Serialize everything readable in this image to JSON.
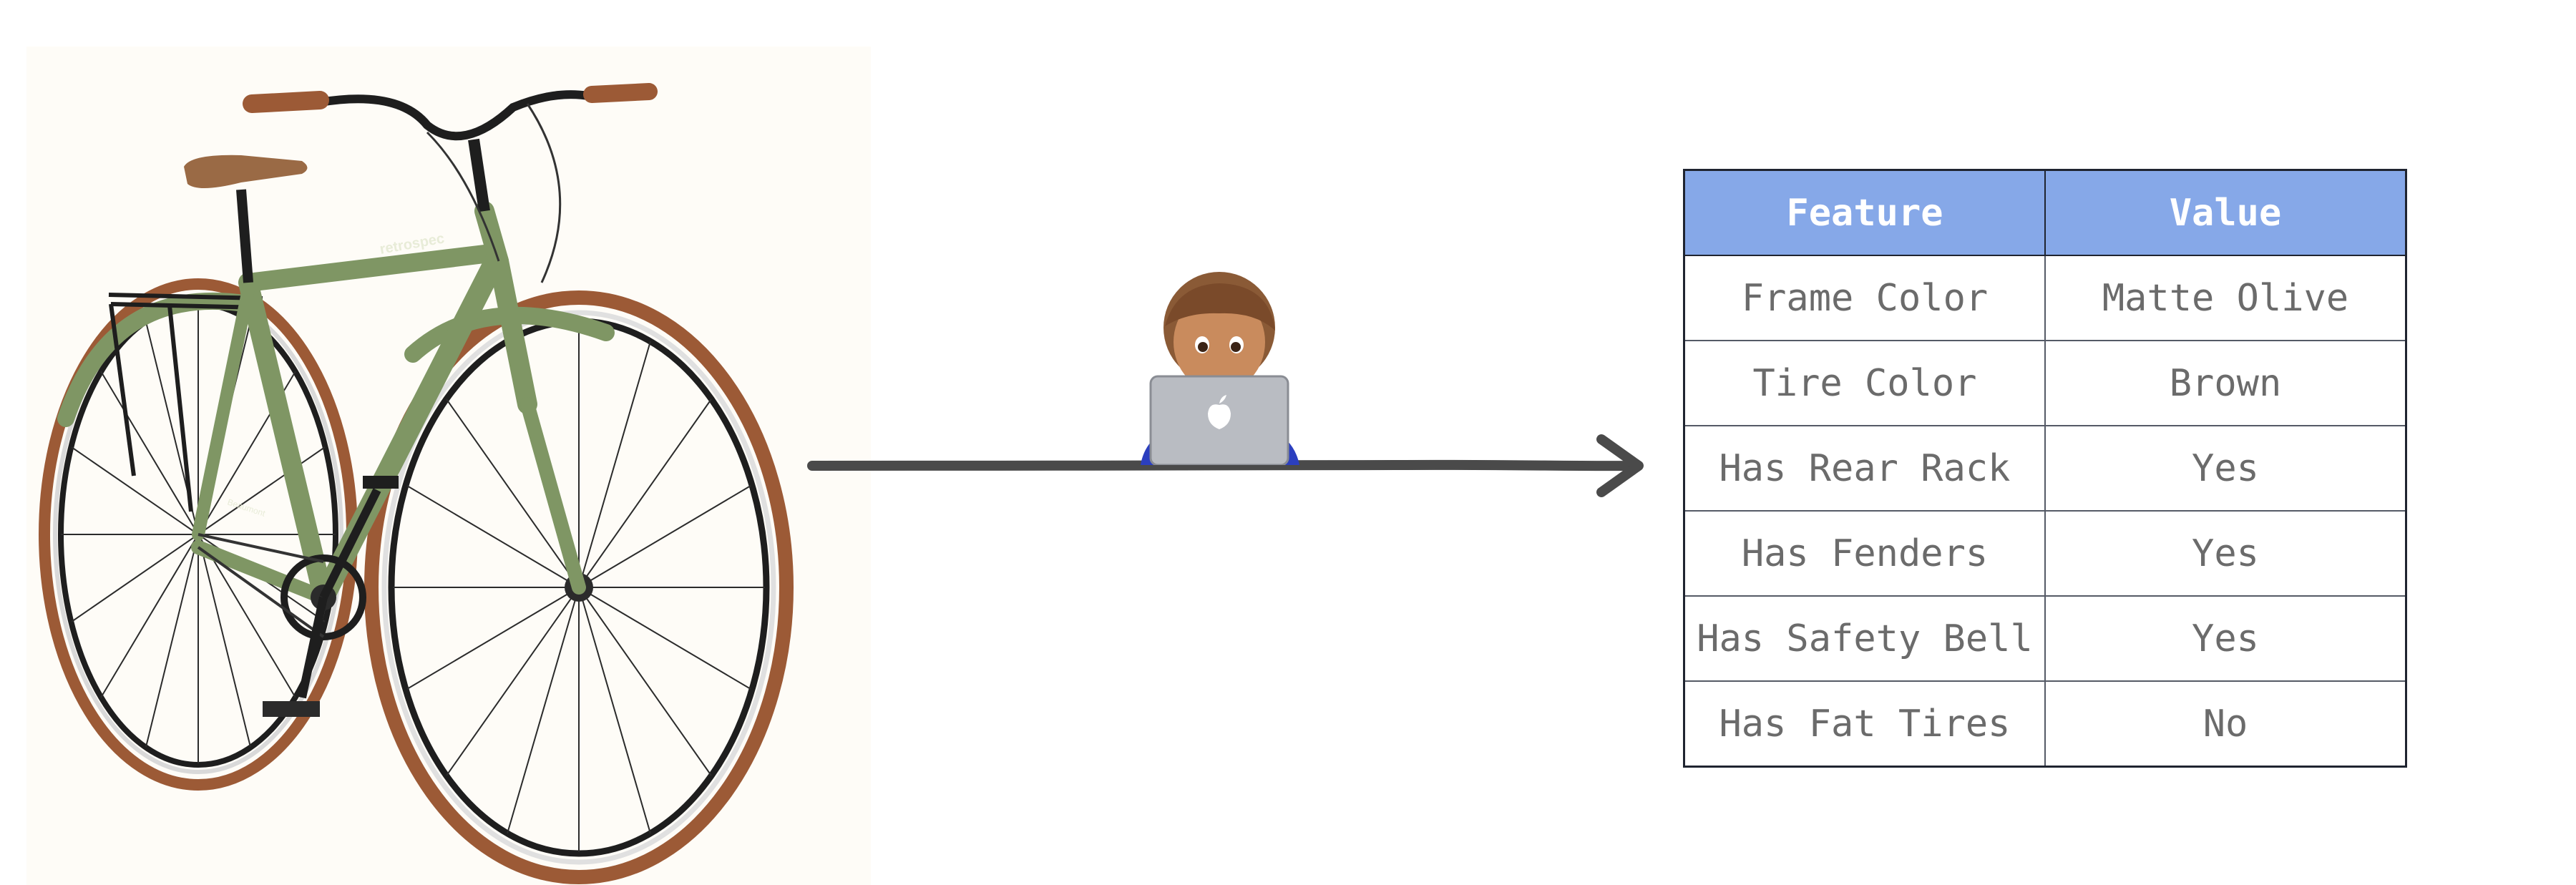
{
  "product_image": {
    "brand_text": "retrospec",
    "model_text": "Beaumont",
    "frame_color_hex": "#7f9664",
    "tire_color_hex": "#9c5a36",
    "saddle_color_hex": "#9a6a45",
    "icon": "bicycle-photo"
  },
  "process": {
    "icon": "person-at-laptop-emoji",
    "arrow_icon": "right-arrow"
  },
  "table": {
    "headers": [
      "Feature",
      "Value"
    ],
    "header_color": "#86a8e8",
    "rows": [
      {
        "feature": "Frame Color",
        "value": "Matte Olive"
      },
      {
        "feature": "Tire Color",
        "value": "Brown"
      },
      {
        "feature": "Has Rear Rack",
        "value": "Yes"
      },
      {
        "feature": "Has Fenders",
        "value": "Yes"
      },
      {
        "feature": "Has Safety Bell",
        "value": "Yes"
      },
      {
        "feature": "Has Fat Tires",
        "value": "No"
      }
    ]
  }
}
